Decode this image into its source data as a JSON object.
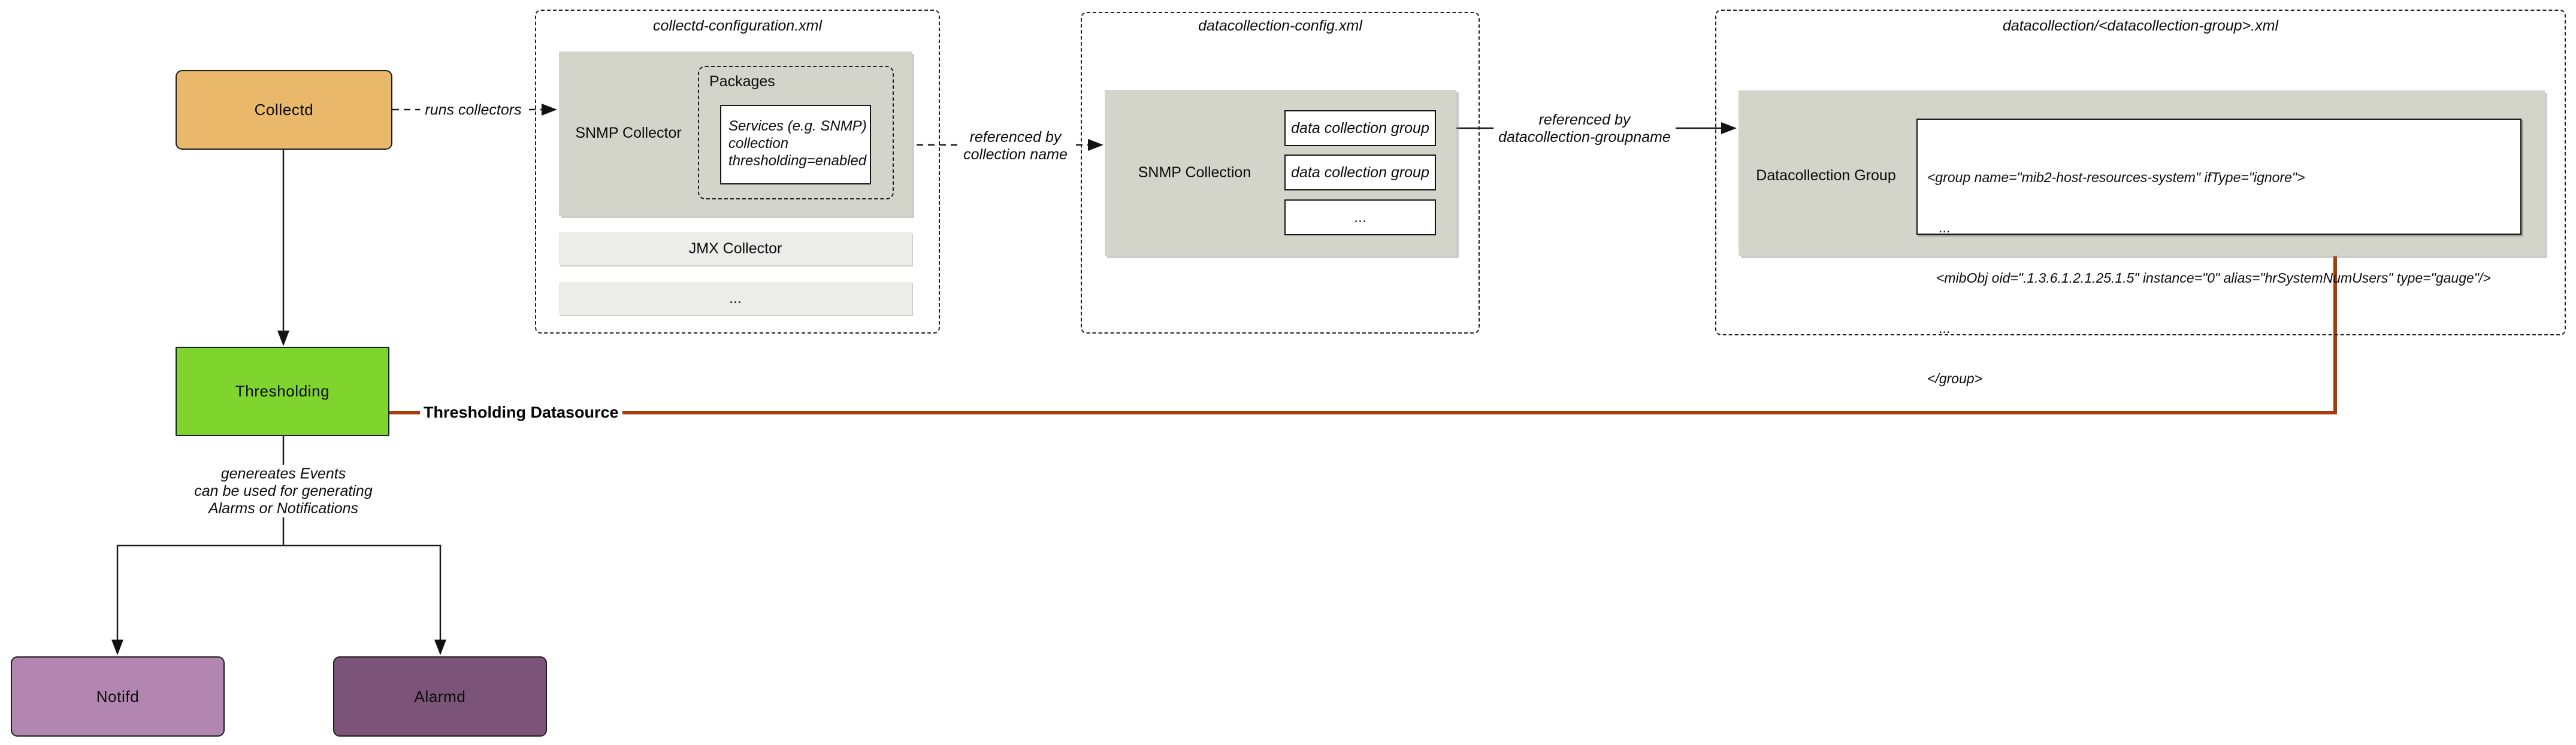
{
  "diagram": {
    "colors": {
      "collectd_fill": "#e9b86a",
      "thresholding_fill": "#7fd42d",
      "notifd_fill": "#b286b1",
      "alarmd_fill": "#7c547a",
      "panel_fill": "#d3d5ca",
      "bar_fill": "#ececea",
      "datasource_line": "#a83c08",
      "line_color": "#1a1a1a"
    },
    "nodes": {
      "collectd": {
        "label": "Collectd"
      },
      "thresholding": {
        "label": "Thresholding"
      },
      "notifd": {
        "label": "Notifd"
      },
      "alarmd": {
        "label": "Alarmd"
      }
    },
    "edges": {
      "runs_collectors": {
        "label": "runs collectors"
      },
      "referenced_by_collection": {
        "line1": "referenced by",
        "line2": "collection name"
      },
      "referenced_by_groupname": {
        "line1": "referenced by",
        "line2": "datacollection-groupname"
      },
      "thresholding_datasource": {
        "label": "Thresholding Datasource"
      },
      "generates_events": {
        "line1": "genereates Events",
        "line2": "can be used for generating",
        "line3": "Alarms or Notifications"
      }
    },
    "files": {
      "collectd_configuration": {
        "title": "collectd-configuration.xml",
        "snmp_collector_label": "SNMP Collector",
        "packages_label": "Packages",
        "services": {
          "line1": "Services (e.g. SNMP)",
          "line2": "collection",
          "line3": "thresholding=enabled"
        },
        "jmx_collector_label": "JMX Collector",
        "ellipsis_label": "..."
      },
      "datacollection_config": {
        "title": "datacollection-config.xml",
        "snmp_collection_label": "SNMP Collection",
        "groups": [
          "data collection group",
          "data collection group",
          "..."
        ]
      },
      "datacollection_group": {
        "title": "datacollection/<datacollection-group>.xml",
        "group_label": "Datacollection Group",
        "code_lines": [
          "<group name=\"mib2-host-resources-system\" ifType=\"ignore\">",
          "...",
          "<mibObj oid=\".1.3.6.1.2.1.25.1.5\" instance=\"0\" alias=\"hrSystemNumUsers\" type=\"gauge\"/>",
          "...",
          "</group>"
        ]
      }
    }
  }
}
